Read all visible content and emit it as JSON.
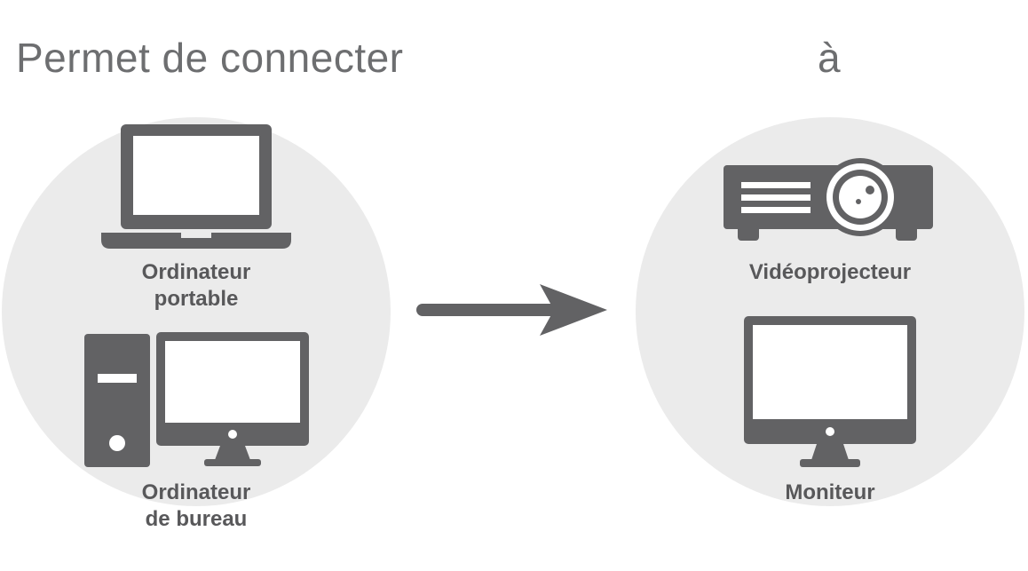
{
  "heading": {
    "left": "Permet de connecter",
    "right": "à"
  },
  "sources": {
    "laptop": {
      "line1": "Ordinateur",
      "line2": "portable"
    },
    "desktop": {
      "line1": "Ordinateur",
      "line2": "de bureau"
    }
  },
  "targets": {
    "projector": {
      "label": "Vidéoprojecteur"
    },
    "monitor": {
      "label": "Moniteur"
    }
  },
  "colors": {
    "icon": "#626264",
    "circle": "#ebebeb",
    "heading": "#6d6e70",
    "label": "#58585a"
  },
  "icons": [
    "laptop-icon",
    "desktop-tower-icon",
    "desktop-monitor-icon",
    "arrow-right-icon",
    "projector-icon",
    "monitor-icon"
  ]
}
